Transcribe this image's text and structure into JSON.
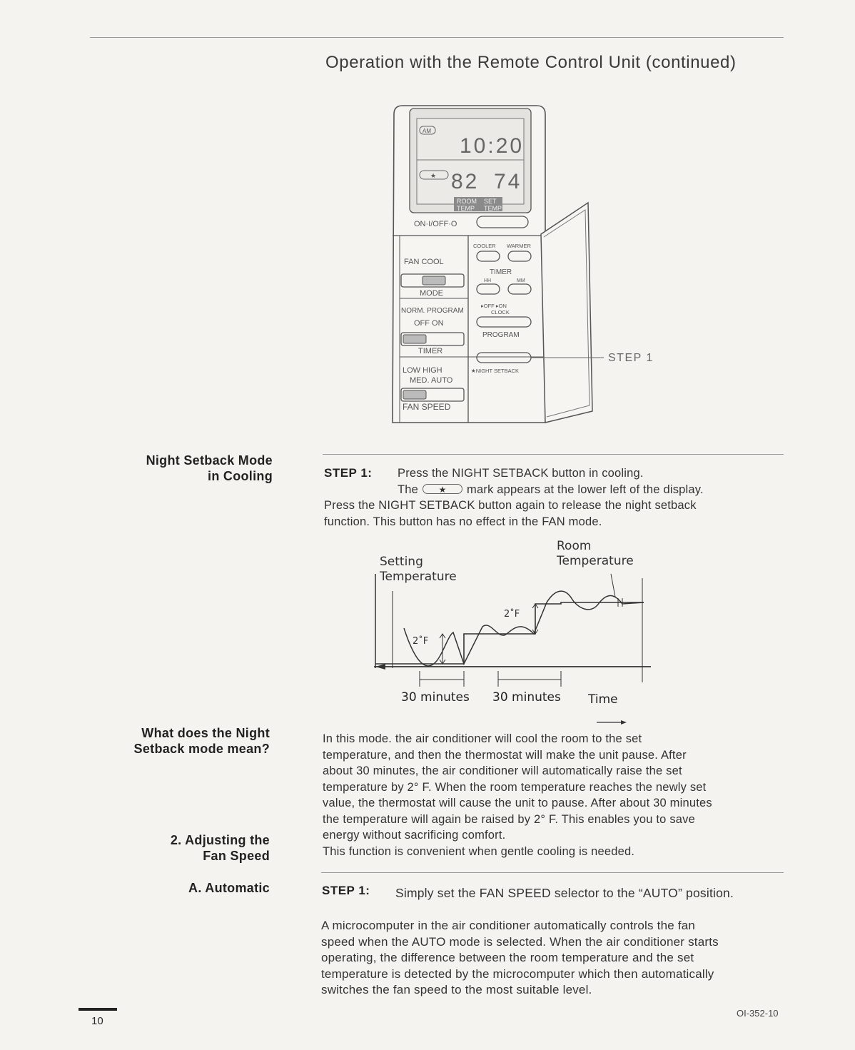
{
  "page": {
    "title": "Operation with the Remote Control Unit (continued)",
    "page_number": "10",
    "doc_code": "OI-352-10"
  },
  "remote": {
    "lcd": {
      "am_label": "AM",
      "clock": "10:20",
      "star": "★",
      "room_temp_value": "82",
      "set_temp_value": "74",
      "room_temp_label_1": "ROOM",
      "room_temp_label_2": "TEMP",
      "set_temp_label_1": "SET",
      "set_temp_label_2": "TEMP"
    },
    "on_off_label": "ON·I/OFF·O",
    "left_panel": {
      "mode_options": "FAN  COOL",
      "mode_label": "MODE",
      "timer_options_1": "NORM. PROGRAM",
      "timer_options_2": "OFF   ON",
      "timer_label": "TIMER",
      "fan_options_1": "LOW    HIGH",
      "fan_options_2": "MED.  AUTO",
      "fan_label": "FAN  SPEED"
    },
    "right_panel": {
      "cooler_label": "COOLER",
      "warmer_label": "WARMER",
      "timer_label": "TIMER",
      "hh_label": "HH",
      "mm_label": "MM",
      "off_on_label": "▸OFF  ▸ON",
      "clock_label": "CLOCK",
      "program_label": "PROGRAM",
      "night_setback_label": "★NIGHT SETBACK"
    },
    "callout": "STEP 1"
  },
  "night_setback": {
    "heading_line1": "Night Setback Mode",
    "heading_line2": "in Cooling",
    "step_label": "STEP 1:",
    "step_text": "Press the NIGHT SETBACK button in cooling.",
    "mark_prefix": "The",
    "mark_star": "★",
    "mark_suffix": "mark appears at the lower left of the display.",
    "para_line1": "Press the NIGHT SETBACK button again to release the night setback",
    "para_line2": "function. This button has no effect in the FAN mode."
  },
  "graph": {
    "setting_temp_label_1": "Setting",
    "setting_temp_label_2": "Temperature",
    "room_temp_label_1": "Room",
    "room_temp_label_2": "Temperature",
    "step_label_1": "2˚F",
    "step_label_2": "2˚F",
    "interval_1": "30 minutes",
    "interval_2": "30 minutes",
    "time_label": "Time"
  },
  "meaning": {
    "heading_line1": "What does the Night",
    "heading_line2": "Setback mode mean?",
    "lines": [
      "In this mode. the air conditioner will cool the room to the set",
      "temperature, and then the thermostat will make the unit pause. After",
      "about 30 minutes, the air conditioner will automatically raise the set",
      "temperature by 2° F. When the room temperature reaches the newly set",
      "value, the thermostat will cause the unit to pause. After about 30 minutes",
      "the temperature will again be raised by 2° F. This enables you to save",
      "energy without sacrificing comfort.",
      "This function is convenient when gentle cooling is needed."
    ]
  },
  "fan_speed": {
    "heading_line1": "2.  Adjusting the",
    "heading_line2": "Fan Speed",
    "sub_heading": "A.  Automatic",
    "step_label": "STEP 1:",
    "step_text": "Simply set the FAN SPEED selector to the “AUTO” position.",
    "lines": [
      "A microcomputer in the air conditioner automatically controls the fan",
      "speed when the AUTO mode is selected. When the air conditioner starts",
      "operating, the difference between the room temperature and the set",
      "temperature is detected by the microcomputer which then automatically",
      "switches the fan speed to the most suitable level."
    ]
  }
}
